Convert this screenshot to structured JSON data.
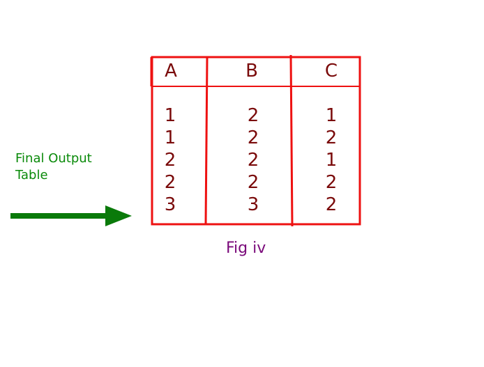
{
  "side_label": {
    "line1": "Final Output",
    "line2": "Table"
  },
  "table": {
    "headers": [
      "A",
      "B",
      "C"
    ],
    "columns": [
      [
        "1",
        "1",
        "2",
        "2",
        "3"
      ],
      [
        "2",
        "2",
        "2",
        "2",
        "3"
      ],
      [
        "1",
        "2",
        "1",
        "2",
        "2"
      ]
    ]
  },
  "caption": "Fig iv",
  "colors": {
    "table_border": "#ee1111",
    "cell_text": "#7a0a0a",
    "label_text": "#0a8a0a",
    "arrow": "#0a7a0a",
    "caption_text": "#7a0a7a"
  }
}
